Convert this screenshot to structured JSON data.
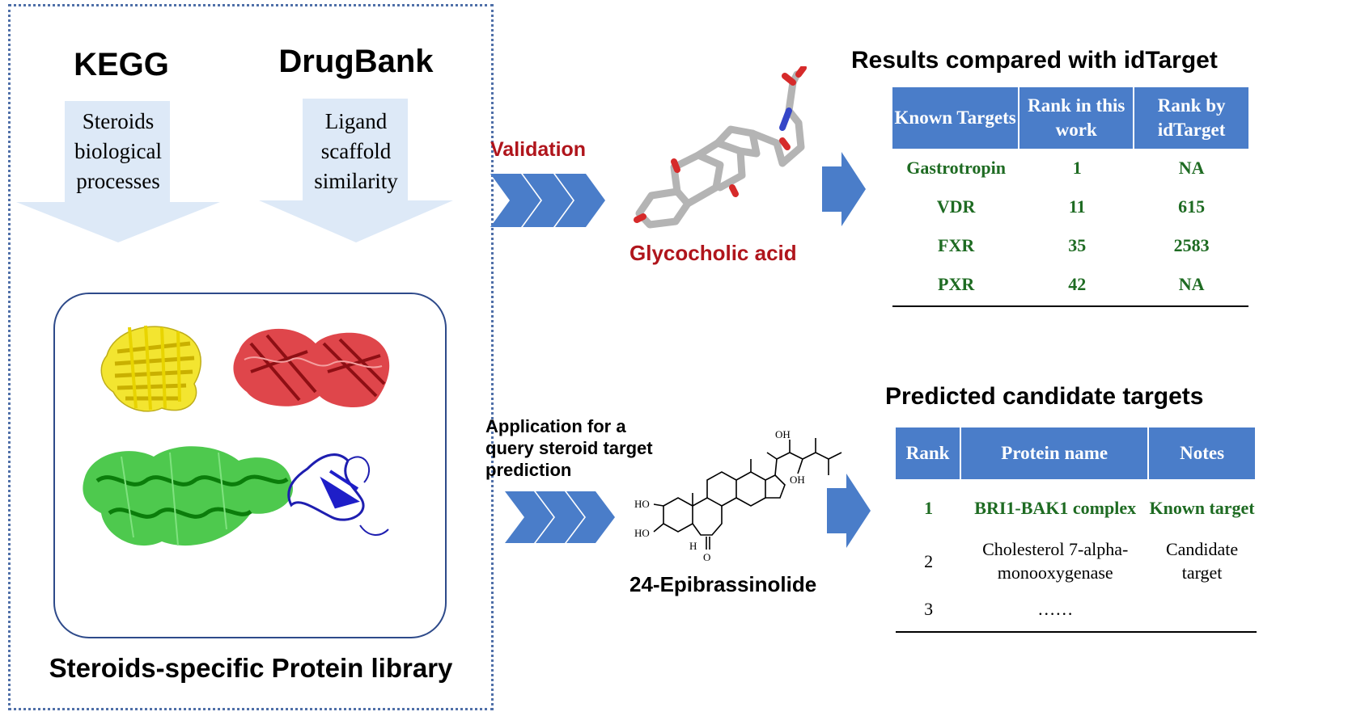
{
  "library": {
    "sources": [
      {
        "name": "KEGG",
        "arrow_text": "Steroids biological processes"
      },
      {
        "name": "DrugBank",
        "arrow_text": "Ligand scaffold similarity"
      }
    ],
    "title": "Steroids-specific Protein library"
  },
  "validation": {
    "label": "Validation",
    "molecule": "Glycocholic acid",
    "table_title": "Results compared with idTarget",
    "headers": [
      "Known Targets",
      "Rank in this work",
      "Rank by idTarget"
    ],
    "rows": [
      [
        "Gastrotropin",
        "1",
        "NA"
      ],
      [
        "VDR",
        "11",
        "615"
      ],
      [
        "FXR",
        "35",
        "2583"
      ],
      [
        "PXR",
        "42",
        "NA"
      ]
    ]
  },
  "application": {
    "label": "Application for a query steroid target prediction",
    "molecule": "24-Epibrassinolide",
    "atom_labels": {
      "oh": "OH",
      "ho": "HO",
      "h": "H",
      "o": "O"
    },
    "table_title": "Predicted  candidate targets",
    "headers": [
      "Rank",
      "Protein name",
      "Notes"
    ],
    "rows": [
      [
        "1",
        "BRI1-BAK1 complex",
        "Known target"
      ],
      [
        "2",
        "Cholesterol 7-alpha-monooxygenase",
        "Candidate target"
      ],
      [
        "3",
        "……",
        ""
      ]
    ]
  },
  "colors": {
    "validation_red": "#b0151c",
    "chevron_blue": "#4a7dc9",
    "header_blue": "#4a7dc9",
    "known_green": "#1e6b22",
    "arrow_fill": "#dde9f7"
  }
}
